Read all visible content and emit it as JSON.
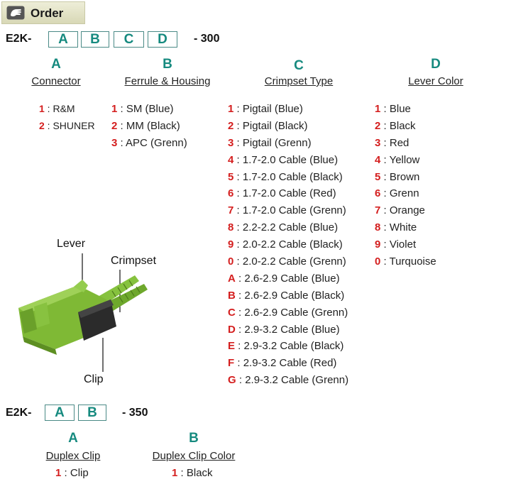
{
  "header": {
    "title": "Order",
    "icon": "hand-icon"
  },
  "order1": {
    "prefix": "E2K-",
    "boxes": [
      "A",
      "B",
      "C",
      "D"
    ],
    "suffix": "- 300",
    "columns": [
      {
        "letter": "A",
        "title": "Connector",
        "options": [
          {
            "code": "1",
            "label": "R&M"
          },
          {
            "code": "2",
            "label": "SHUNER"
          }
        ]
      },
      {
        "letter": "B",
        "title": "Ferrule & Housing",
        "options": [
          {
            "code": "1",
            "label": "SM (Blue)"
          },
          {
            "code": "2",
            "label": "MM (Black)"
          },
          {
            "code": "3",
            "label": "APC (Grenn)"
          }
        ]
      },
      {
        "letter": "C",
        "title": "Crimpset Type",
        "options": [
          {
            "code": "1",
            "label": "Pigtail (Blue)"
          },
          {
            "code": "2",
            "label": "Pigtail (Black)"
          },
          {
            "code": "3",
            "label": "Pigtail (Grenn)"
          },
          {
            "code": "4",
            "label": "1.7-2.0 Cable (Blue)"
          },
          {
            "code": "5",
            "label": "1.7-2.0 Cable (Black)"
          },
          {
            "code": "6",
            "label": "1.7-2.0 Cable (Red)"
          },
          {
            "code": "7",
            "label": "1.7-2.0 Cable (Grenn)"
          },
          {
            "code": "8",
            "label": "2.2-2.2 Cable (Blue)"
          },
          {
            "code": "9",
            "label": "2.0-2.2 Cable (Black)"
          },
          {
            "code": "0",
            "label": "2.0-2.2 Cable (Grenn)"
          },
          {
            "code": "A",
            "label": "2.6-2.9 Cable (Blue)"
          },
          {
            "code": "B",
            "label": "2.6-2.9 Cable (Black)"
          },
          {
            "code": "C",
            "label": "2.6-2.9 Cable (Grenn)"
          },
          {
            "code": "D",
            "label": "2.9-3.2 Cable (Blue)"
          },
          {
            "code": "E",
            "label": "2.9-3.2 Cable (Black)"
          },
          {
            "code": "F",
            "label": "2.9-3.2 Cable (Red)"
          },
          {
            "code": "G",
            "label": "2.9-3.2 Cable (Grenn)"
          }
        ]
      },
      {
        "letter": "D",
        "title": "Lever Color",
        "options": [
          {
            "code": "1",
            "label": "Blue"
          },
          {
            "code": "2",
            "label": "Black"
          },
          {
            "code": "3",
            "label": "Red"
          },
          {
            "code": "4",
            "label": "Yellow"
          },
          {
            "code": "5",
            "label": "Brown"
          },
          {
            "code": "6",
            "label": "Grenn"
          },
          {
            "code": "7",
            "label": "Orange"
          },
          {
            "code": "8",
            "label": "White"
          },
          {
            "code": "9",
            "label": "Violet"
          },
          {
            "code": "0",
            "label": "Turquoise"
          }
        ]
      }
    ]
  },
  "diagram": {
    "labels": {
      "lever": "Lever",
      "crimpset": "Crimpset",
      "clip": "Clip"
    },
    "colors": {
      "connector_green": "#7fb935",
      "boot_black": "#2b2b2b"
    }
  },
  "order2": {
    "prefix": "E2K-",
    "boxes": [
      "A",
      "B"
    ],
    "suffix": "- 350",
    "columns": [
      {
        "letter": "A",
        "title": "Duplex Clip",
        "options": [
          {
            "code": "1",
            "label": "Clip"
          }
        ]
      },
      {
        "letter": "B",
        "title": "Duplex Clip Color",
        "options": [
          {
            "code": "1",
            "label": "Black"
          }
        ]
      }
    ]
  },
  "colors": {
    "accent_teal": "#168a7f",
    "code_red": "#d41e1e"
  }
}
